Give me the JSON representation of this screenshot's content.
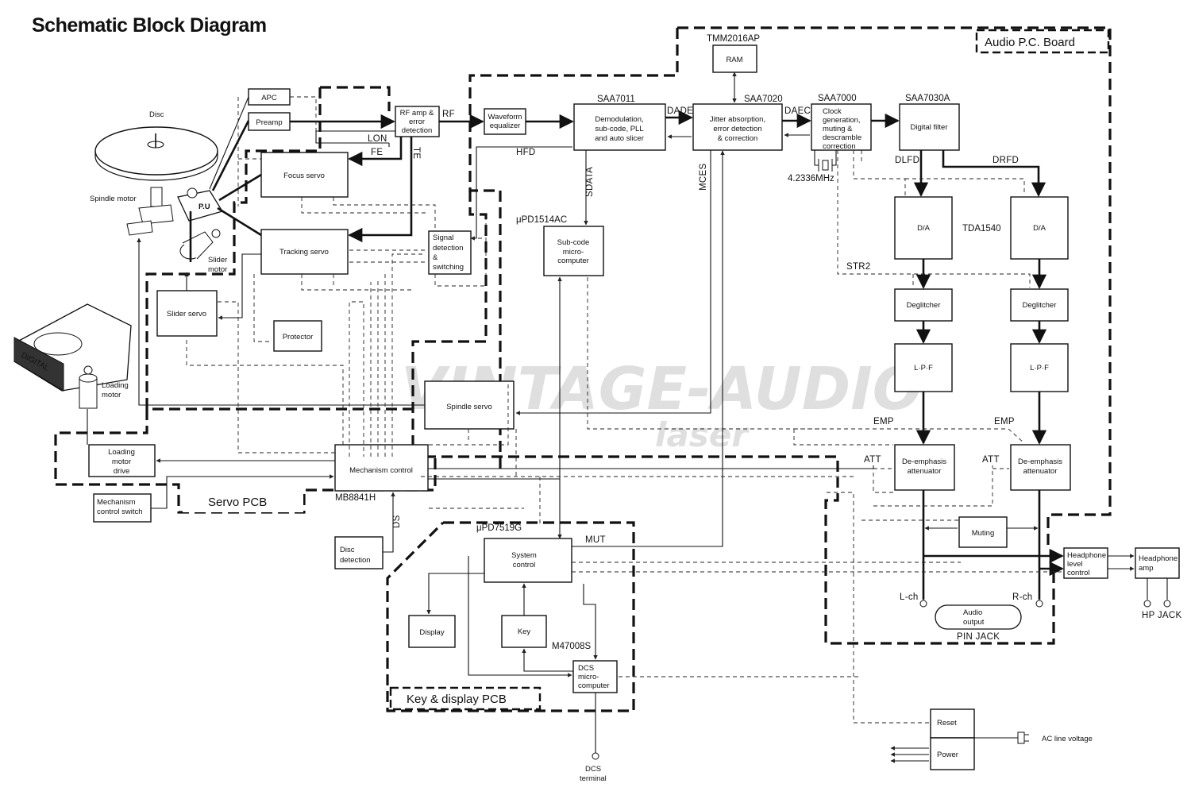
{
  "title": "Schematic Block Diagram",
  "watermark": {
    "main": "VINTAGE-AUDIO",
    "sub": "laser"
  },
  "pcbs": {
    "audio": "Audio P.C. Board",
    "servo": "Servo PCB",
    "key_display": "Key & display PCB"
  },
  "chips": {
    "saa7011": "SAA7011",
    "saa7020": "SAA7020",
    "saa7000": "SAA7000",
    "saa7030a": "SAA7030A",
    "tmm2016ap": "TMM2016AP",
    "upd1514ac": "μPD1514AC",
    "tda1540": "TDA1540",
    "mb8841h": "MB8841H",
    "upd7519g": "μPD7519G",
    "m47008s": "M47008S",
    "crystal": "4.2336MHz"
  },
  "blocks": {
    "apc": "APC",
    "preamp": "Preamp",
    "rf_amp": [
      "RF amp &",
      "error",
      "detection"
    ],
    "waveform": [
      "Waveform",
      "equalizer"
    ],
    "demod": [
      "Demodulation,",
      "sub-code, PLL",
      "and auto slicer"
    ],
    "jitter": [
      "Jitter absorption,",
      "error detection",
      "& correction"
    ],
    "clock": [
      "Clock",
      "generation,",
      "muting &",
      "descramble",
      "correction"
    ],
    "digital_filter": "Digital filter",
    "ram": "RAM",
    "focus_servo": "Focus servo",
    "tracking_servo": "Tracking servo",
    "signal_detection": [
      "Signal",
      "detection",
      "&",
      "switching"
    ],
    "subcode_micro": [
      "Sub-code",
      "micro-",
      "computer"
    ],
    "slider_servo": "Slider servo",
    "protector": "Protector",
    "spindle_servo": "Spindle servo",
    "loading_drive": [
      "Loading",
      "motor",
      "drive"
    ],
    "mechanism_control": "Mechanism control",
    "mech_switch": [
      "Mechanism",
      "control switch"
    ],
    "disc_detection": [
      "Disc",
      "detection"
    ],
    "system_control": [
      "System",
      "control"
    ],
    "display": "Display",
    "key": "Key",
    "dcs_micro": [
      "DCS",
      "micro-",
      "computer"
    ],
    "da": "D/A",
    "deglitcher": "Deglitcher",
    "lpf": "L·P·F",
    "deemph": [
      "De-emphasis",
      "attenuator"
    ],
    "muting": "Muting",
    "hp_level": [
      "Headphone",
      "level",
      "control"
    ],
    "hp_amp": [
      "Headphone",
      "amp"
    ],
    "reset": "Reset",
    "power": "Power"
  },
  "parts": {
    "disc": "Disc",
    "spindle_motor": "Spindle motor",
    "pu": "P.U",
    "slider_motor": [
      "Slider",
      "motor"
    ],
    "loading_motor": [
      "Loading",
      "motor"
    ],
    "digital_tray": "DIGITAL"
  },
  "signals": {
    "rf": "RF",
    "lon": "LON",
    "fe": "FE",
    "te": "TE",
    "hfd": "HFD",
    "sdata": "SDATA",
    "dade": "DADE",
    "daec": "DAEC",
    "mces": "MCES",
    "dlfd": "DLFD",
    "drfd": "DRFD",
    "str2": "STR2",
    "emp": "EMP",
    "att": "ATT",
    "mut": "MUT",
    "ds": "DS"
  },
  "terminals": {
    "lch": "L-ch",
    "rch": "R-ch",
    "audio_output": [
      "Audio",
      "output"
    ],
    "pin_jack": "PIN JACK",
    "hp_jack": "HP JACK",
    "ac_line": "AC line voltage",
    "dcs_terminal": [
      "DCS",
      "terminal"
    ]
  }
}
